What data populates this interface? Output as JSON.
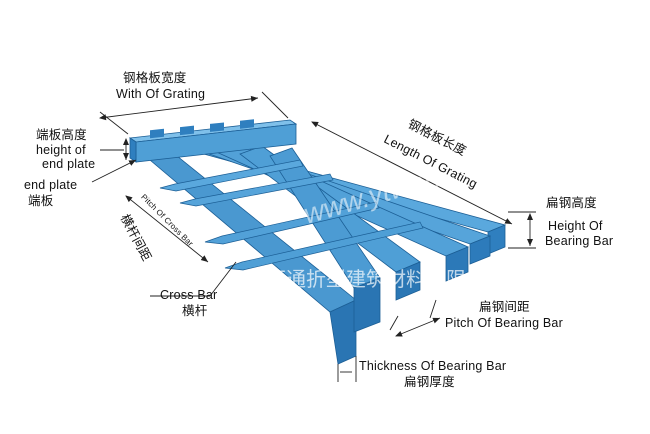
{
  "labels": {
    "width_zh": "钢格板宽度",
    "width_en": "With Of Grating",
    "length_zh": "钢格板长度",
    "length_en": "Length Of Grating",
    "endplate_height_zh": "端板高度",
    "endplate_height_en_1": "height of",
    "endplate_height_en_2": "end plate",
    "endplate_en": "end plate",
    "endplate_zh": "端板",
    "crossbar_pitch_en": "Pitch Of Cross Bar",
    "crossbar_pitch_zh": "横杆间距",
    "crossbar_en": "Cross Bar",
    "crossbar_zh": "横杆",
    "bearing_height_zh": "扁钢高度",
    "bearing_height_en_1": "Height Of",
    "bearing_height_en_2": "Bearing Bar",
    "bearing_pitch_zh": "扁钢间距",
    "bearing_pitch_en": "Pitch Of Bearing Bar",
    "thickness_en": "Thickness Of Bearing Bar",
    "thickness_zh": "扁钢厚度"
  },
  "watermark": {
    "url": "www.ytwantong.cn",
    "company": "万通折型建筑材料有限公司"
  },
  "colors": {
    "bar_top": "#4f9fd6",
    "bar_side": "#2f7fbf",
    "bar_edge": "#1c5f96",
    "line": "#222222"
  }
}
